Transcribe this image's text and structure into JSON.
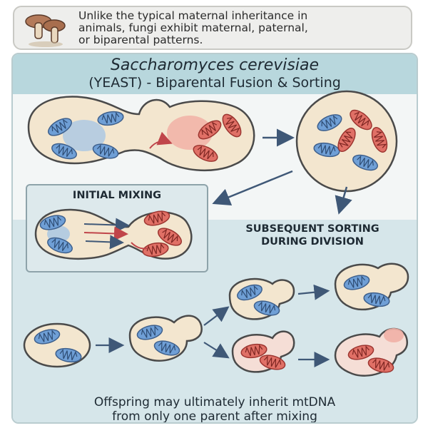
{
  "header_note": {
    "text": "Unlike the typical maternal inheritance in\nanimals, fungi exhibit maternal, paternal,\nor biparental patterns.",
    "icon": "mushroom-icon"
  },
  "title": {
    "line1": "Saccharomyces cerevisiae",
    "line2": "(YEAST) - Biparental Fusion & Sorting"
  },
  "labels": {
    "initial_mixing": "INITIAL MIXING",
    "subsequent_sorting": "SUBSEQUENT SORTING\nDURING DIVISION"
  },
  "footer": {
    "text": "Offspring may ultimately inherit mtDNA\nfrom only one parent after mixing"
  },
  "colors": {
    "blue_mito": "#5b8fc9",
    "red_mito": "#d9534f",
    "cell_fill": "#f3e6cf",
    "cell_outline": "#4a4a4a",
    "panel_band": "#b8d7dd",
    "lower_band": "#d6e6ea",
    "arrow": "#3f5877"
  }
}
